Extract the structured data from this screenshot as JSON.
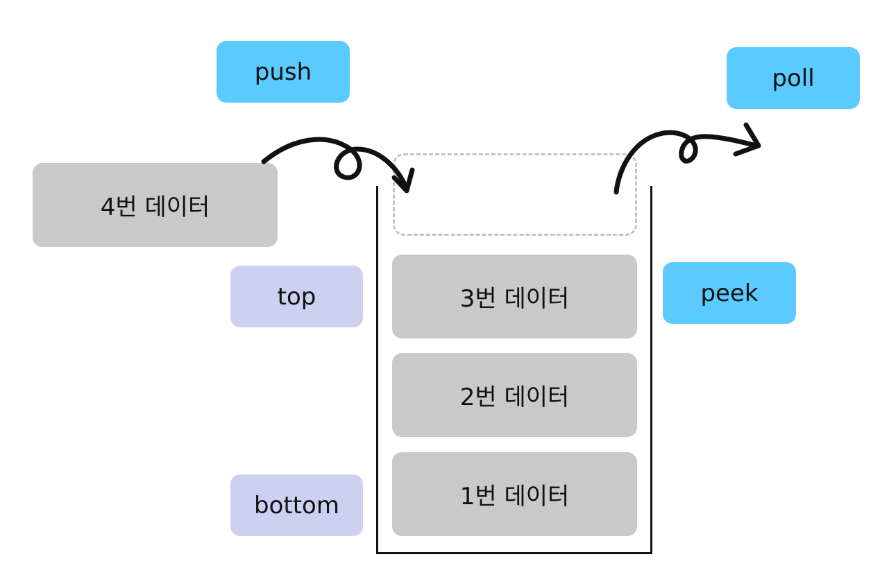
{
  "operations": {
    "push": "push",
    "poll": "poll",
    "peek": "peek"
  },
  "pointers": {
    "top": "top",
    "bottom": "bottom"
  },
  "incoming": "4번 데이터",
  "stack_items": [
    "3번 데이터",
    "2번 데이터",
    "1번 데이터"
  ],
  "colors": {
    "operation": "#5bcbff",
    "pointer": "#cdd0f1",
    "data": "#c9c9c9",
    "empty_slot_border": "#c3c3c3",
    "stroke": "#111111"
  }
}
